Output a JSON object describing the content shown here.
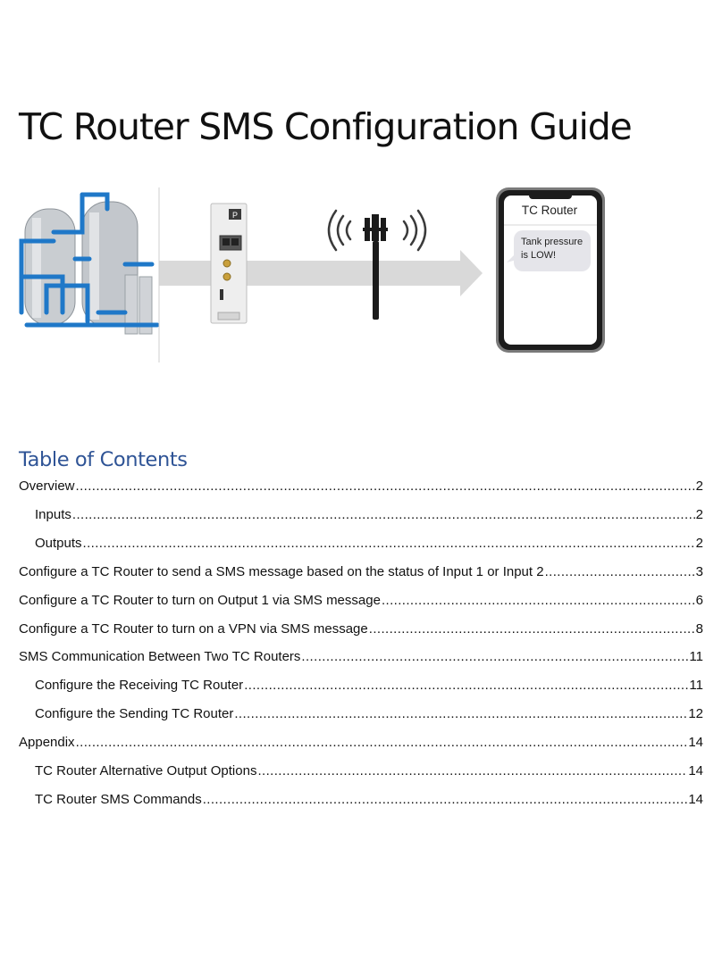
{
  "document": {
    "title": "TC Router SMS Configuration Guide"
  },
  "illustration": {
    "phone_header": "TC Router",
    "sms_message": "Tank pressure is LOW!"
  },
  "toc": {
    "heading": "Table of Contents",
    "entries": [
      {
        "text": "Overview",
        "page": "2",
        "level": 1
      },
      {
        "text": "Inputs",
        "page": "2",
        "level": 2
      },
      {
        "text": "Outputs",
        "page": "2",
        "level": 2
      },
      {
        "text": "Configure a TC Router to send a SMS message based on the status of Input 1 or Input 2",
        "page": "3",
        "level": 1
      },
      {
        "text": "Configure a TC Router to turn on Output 1 via SMS message",
        "page": "6",
        "level": 1
      },
      {
        "text": "Configure a TC Router to turn on a VPN via SMS message",
        "page": "8",
        "level": 1
      },
      {
        "text": "SMS Communication Between Two TC Routers",
        "page": "11",
        "level": 1
      },
      {
        "text": "Configure the Receiving TC Router",
        "page": "11",
        "level": 2
      },
      {
        "text": "Configure the Sending TC Router",
        "page": "12",
        "level": 2
      },
      {
        "text": "Appendix",
        "page": "14",
        "level": 1
      },
      {
        "text": "TC Router Alternative Output Options",
        "page": "14",
        "level": 2
      },
      {
        "text": "TC Router SMS Commands",
        "page": "14",
        "level": 2
      }
    ]
  },
  "colors": {
    "heading_blue": "#2f5496",
    "arrow_gray": "#d9d9d9",
    "tank_blue": "#1f78c8",
    "bubble_gray": "#e5e5ea"
  },
  "icons": [
    "water-tanks-image",
    "tc-router-device-image",
    "antenna-icon",
    "signal-waves-icon",
    "arrow-right-icon",
    "phone-image"
  ]
}
